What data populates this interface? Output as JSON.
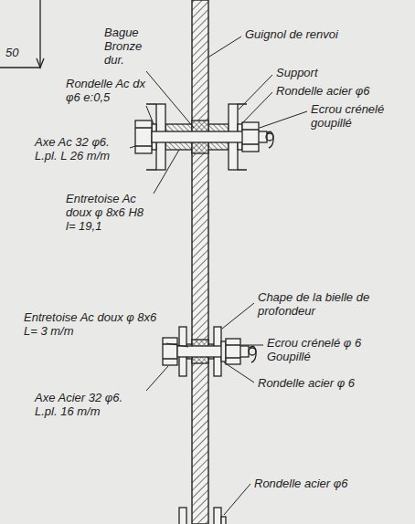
{
  "diagram": {
    "labels": [
      "50",
      "Bague Bronze dur.",
      "Guignol de renvoi",
      "Support",
      "Rondelle Ac dx φ6 e:0,5",
      "Rondelle acier φ6",
      "Ecrou crénelé goupillé",
      "Axe Ac 32 φ6. L.pl. L 26 m/m",
      "Entretoise Ac doux φ 8x6 H8 l= 19,1",
      "Chape de la bielle de profondeur",
      "Entretoise Ac doux φ 8x6 L= 3 m/m",
      "Ecrou crénelé φ 6 Goupillé",
      "Axe Acier 32 φ6. L.pl. 16 m/m",
      "Rondelle acier φ 6",
      "Rondelle acier φ6"
    ]
  }
}
